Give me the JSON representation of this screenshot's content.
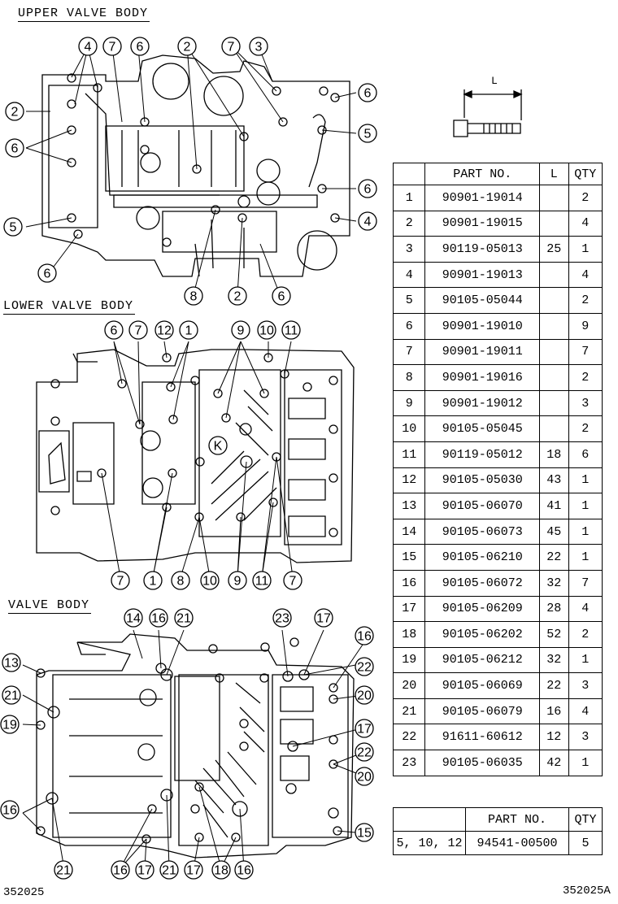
{
  "sections": {
    "upper": "UPPER VALVE BODY",
    "lower": "LOWER VALVE BODY",
    "valve": "VALVE BODY"
  },
  "bolt_label": "L",
  "table": {
    "headers": {
      "part_no": "PART NO.",
      "length": "L",
      "qty": "QTY"
    },
    "rows": [
      {
        "idx": "1",
        "part_no": "90901-19014",
        "length": "",
        "qty": "2"
      },
      {
        "idx": "2",
        "part_no": "90901-19015",
        "length": "",
        "qty": "4"
      },
      {
        "idx": "3",
        "part_no": "90119-05013",
        "length": "25",
        "qty": "1"
      },
      {
        "idx": "4",
        "part_no": "90901-19013",
        "length": "",
        "qty": "4"
      },
      {
        "idx": "5",
        "part_no": "90105-05044",
        "length": "",
        "qty": "2"
      },
      {
        "idx": "6",
        "part_no": "90901-19010",
        "length": "",
        "qty": "9"
      },
      {
        "idx": "7",
        "part_no": "90901-19011",
        "length": "",
        "qty": "7"
      },
      {
        "idx": "8",
        "part_no": "90901-19016",
        "length": "",
        "qty": "2"
      },
      {
        "idx": "9",
        "part_no": "90901-19012",
        "length": "",
        "qty": "3"
      },
      {
        "idx": "10",
        "part_no": "90105-05045",
        "length": "",
        "qty": "2"
      },
      {
        "idx": "11",
        "part_no": "90119-05012",
        "length": "18",
        "qty": "6"
      },
      {
        "idx": "12",
        "part_no": "90105-05030",
        "length": "43",
        "qty": "1"
      },
      {
        "idx": "13",
        "part_no": "90105-06070",
        "length": "41",
        "qty": "1"
      },
      {
        "idx": "14",
        "part_no": "90105-06073",
        "length": "45",
        "qty": "1"
      },
      {
        "idx": "15",
        "part_no": "90105-06210",
        "length": "22",
        "qty": "1"
      },
      {
        "idx": "16",
        "part_no": "90105-06072",
        "length": "32",
        "qty": "7"
      },
      {
        "idx": "17",
        "part_no": "90105-06209",
        "length": "28",
        "qty": "4"
      },
      {
        "idx": "18",
        "part_no": "90105-06202",
        "length": "52",
        "qty": "2"
      },
      {
        "idx": "19",
        "part_no": "90105-06212",
        "length": "32",
        "qty": "1"
      },
      {
        "idx": "20",
        "part_no": "90105-06069",
        "length": "22",
        "qty": "3"
      },
      {
        "idx": "21",
        "part_no": "90105-06079",
        "length": "16",
        "qty": "4"
      },
      {
        "idx": "22",
        "part_no": "91611-60612",
        "length": "12",
        "qty": "3"
      },
      {
        "idx": "23",
        "part_no": "90105-06035",
        "length": "42",
        "qty": "1"
      }
    ]
  },
  "table2": {
    "headers": {
      "part_no": "PART NO.",
      "qty": "QTY"
    },
    "row": {
      "idx": "5, 10, 12",
      "part_no": "94541-00500",
      "qty": "5"
    }
  },
  "callouts": {
    "upper": [
      "4",
      "7",
      "6",
      "2",
      "7",
      "3",
      "2",
      "6",
      "6",
      "5",
      "6",
      "5",
      "4",
      "6",
      "8",
      "2",
      "6"
    ],
    "lower": [
      "6",
      "7",
      "12",
      "1",
      "9",
      "10",
      "11",
      "K",
      "7",
      "1",
      "8",
      "10",
      "9",
      "11",
      "7"
    ],
    "valve": [
      "14",
      "16",
      "21",
      "23",
      "17",
      "13",
      "16",
      "22",
      "21",
      "20",
      "19",
      "17",
      "22",
      "20",
      "16",
      "15",
      "21",
      "16",
      "17",
      "21",
      "17",
      "18",
      "16"
    ]
  },
  "codes": {
    "left": "352025",
    "right": "352025A"
  }
}
